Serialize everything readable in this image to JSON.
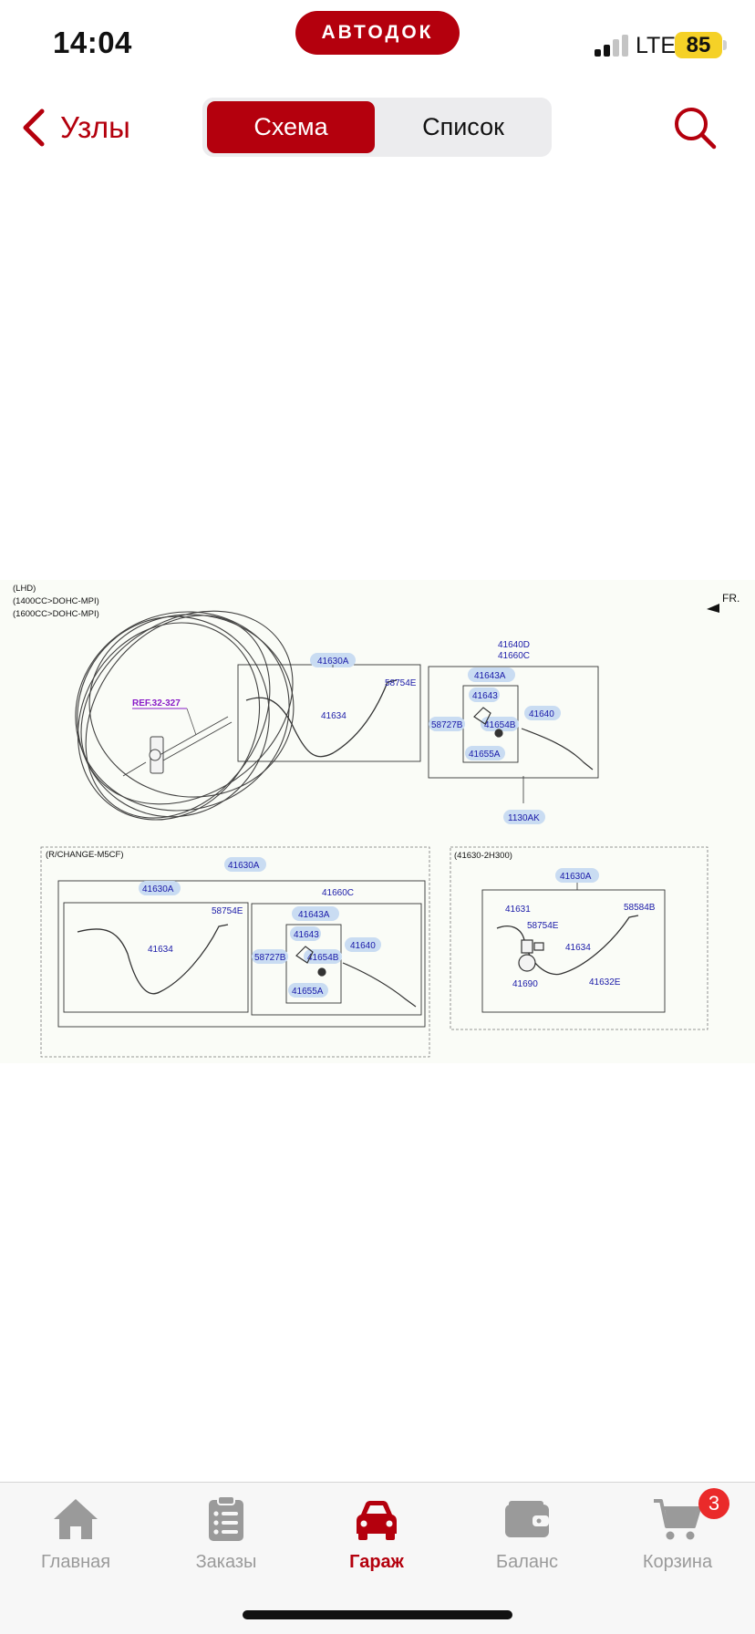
{
  "status_bar": {
    "time": "14:04",
    "carrier": "LTE",
    "battery": "85"
  },
  "brand": "АВТОДОК",
  "nav": {
    "back_label": "Узлы",
    "segments": [
      {
        "label": "Схема",
        "active": true
      },
      {
        "label": "Список",
        "active": false
      }
    ]
  },
  "diagram": {
    "notes": {
      "lhd": "(LHD)",
      "spec1": "(1400CC>DOHC-MPI)",
      "spec2": "(1600CC>DOHC-MPI)",
      "fr": "FR.",
      "ref": "REF.32-327",
      "variant_r": "(R/CHANGE-M5CF)",
      "variant_h": "(41630-2H300)"
    },
    "parts": {
      "p41630A_1": "41630A",
      "p41634_1": "41634",
      "p58754E_1": "58754E",
      "p41640D": "41640D",
      "p41660C_1": "41660C",
      "p41643A_1": "41643A",
      "p41643_1": "41643",
      "p58727B_1": "58727B",
      "p41654B_1": "41654B",
      "p41640_1": "41640",
      "p41655A_1": "41655A",
      "p1130AK": "1130AK",
      "p41630A_2": "41630A",
      "p41630A_3": "41630A",
      "p41660C_2": "41660C",
      "p58754E_2": "58754E",
      "p41634_2": "41634",
      "p41643A_2": "41643A",
      "p41643_2": "41643",
      "p58727B_2": "58727B",
      "p41654B_2": "41654B",
      "p41640_2": "41640",
      "p41655A_2": "41655A",
      "p41630A_4": "41630A",
      "p41631": "41631",
      "p58584B": "58584B",
      "p58754E_3": "58754E",
      "p41634_3": "41634",
      "p41632E": "41632E",
      "p41690": "41690"
    }
  },
  "tabs": [
    {
      "label": "Главная",
      "icon": "home-icon",
      "active": false
    },
    {
      "label": "Заказы",
      "icon": "clipboard-icon",
      "active": false
    },
    {
      "label": "Гараж",
      "icon": "car-icon",
      "active": true
    },
    {
      "label": "Баланс",
      "icon": "wallet-icon",
      "active": false
    },
    {
      "label": "Корзина",
      "icon": "cart-icon",
      "active": false
    }
  ],
  "cart_count": "3",
  "colors": {
    "accent": "#b4000d",
    "badge": "#ea2a2a",
    "battery": "#f5d127",
    "inactive": "#9a9a9a"
  }
}
